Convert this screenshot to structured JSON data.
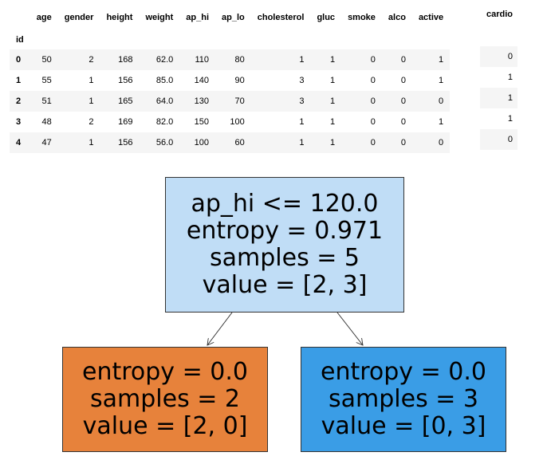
{
  "dataframe": {
    "columns": [
      "age",
      "gender",
      "height",
      "weight",
      "ap_hi",
      "ap_lo",
      "cholesterol",
      "gluc",
      "smoke",
      "alco",
      "active"
    ],
    "index_name": "id",
    "rows": [
      {
        "index": "0",
        "cells": [
          "50",
          "2",
          "168",
          "62.0",
          "110",
          "80",
          "1",
          "1",
          "0",
          "0",
          "1"
        ]
      },
      {
        "index": "1",
        "cells": [
          "55",
          "1",
          "156",
          "85.0",
          "140",
          "90",
          "3",
          "1",
          "0",
          "0",
          "1"
        ]
      },
      {
        "index": "2",
        "cells": [
          "51",
          "1",
          "165",
          "64.0",
          "130",
          "70",
          "3",
          "1",
          "0",
          "0",
          "0"
        ]
      },
      {
        "index": "3",
        "cells": [
          "48",
          "2",
          "169",
          "82.0",
          "150",
          "100",
          "1",
          "1",
          "0",
          "0",
          "1"
        ]
      },
      {
        "index": "4",
        "cells": [
          "47",
          "1",
          "156",
          "56.0",
          "100",
          "60",
          "1",
          "1",
          "0",
          "0",
          "0"
        ]
      }
    ]
  },
  "target": {
    "column": "cardio",
    "values": [
      "0",
      "1",
      "1",
      "1",
      "0"
    ]
  },
  "tree": {
    "root": {
      "lines": [
        "ap_hi <= 120.0",
        "entropy = 0.971",
        "samples = 5",
        "value = [2, 3]"
      ],
      "color": "#c0ddf6"
    },
    "left": {
      "lines": [
        "entropy = 0.0",
        "samples = 2",
        "value = [2, 0]"
      ],
      "color": "#e7823b"
    },
    "right": {
      "lines": [
        "entropy = 0.0",
        "samples = 3",
        "value = [0, 3]"
      ],
      "color": "#3a9de6"
    }
  }
}
